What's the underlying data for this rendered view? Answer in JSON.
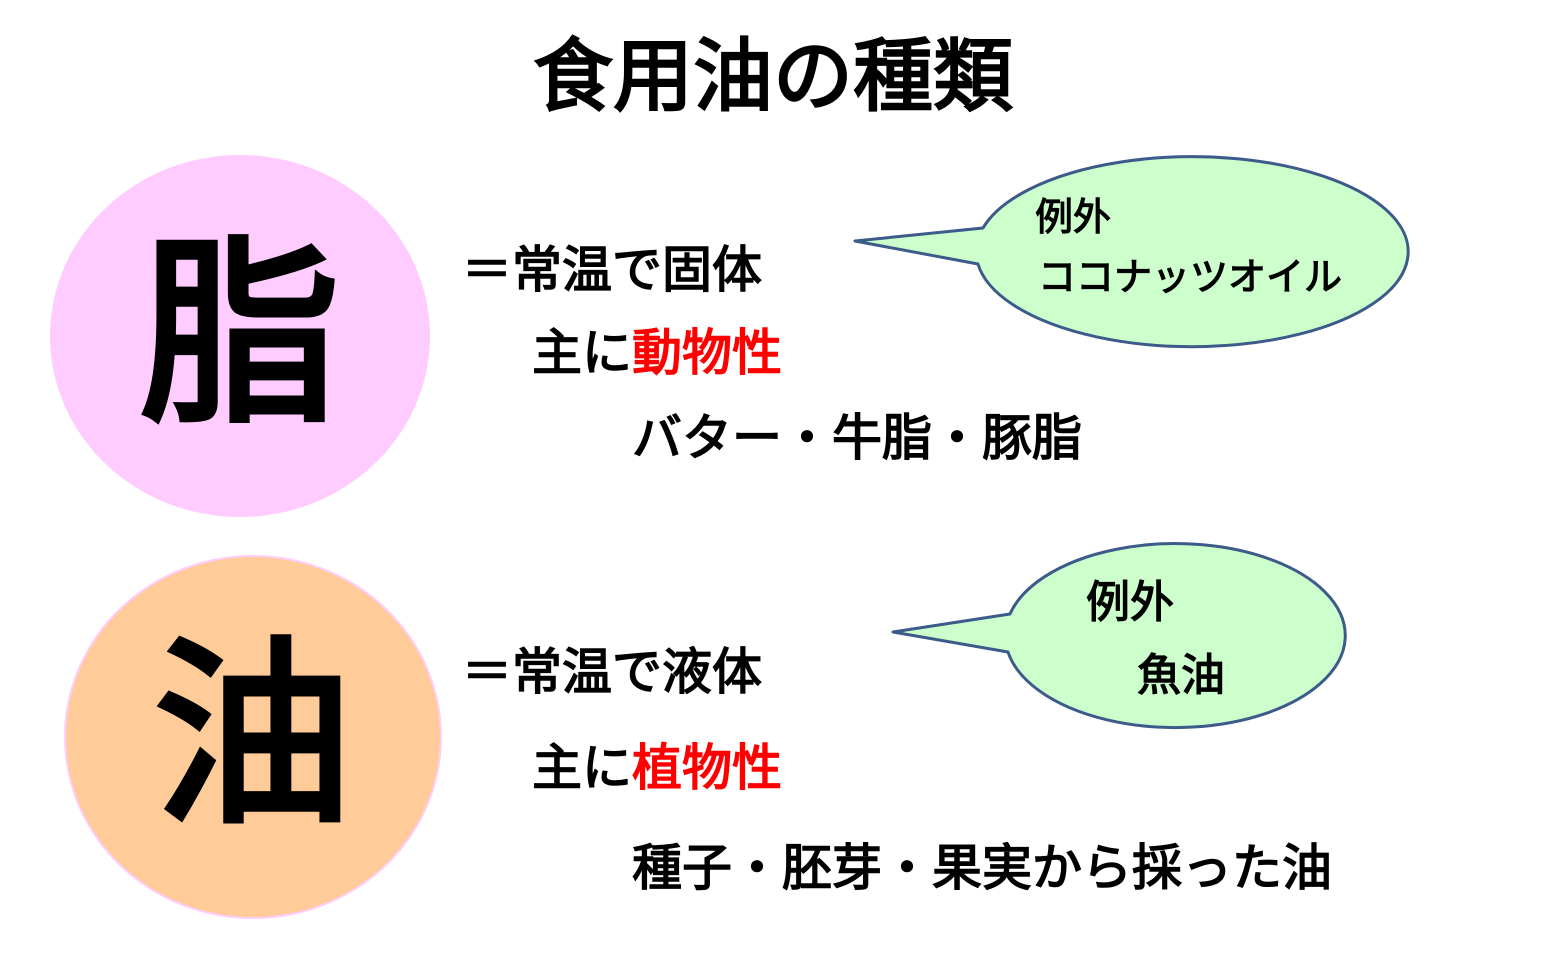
{
  "title": "食用油の種類",
  "colors": {
    "fat_circle": "#ffccff",
    "oil_circle": "#ffcc99",
    "bubble_fill": "#ccffcc",
    "bubble_stroke": "#3c5a8a",
    "highlight": "#ff0000"
  },
  "fat": {
    "char": "脂",
    "line1": "＝常温で固体",
    "line2_prefix": "主に",
    "line2_highlight": "動物性",
    "examples": "バター・牛脂・豚脂",
    "callout": {
      "label": "例外",
      "value": "ココナッツオイル"
    }
  },
  "oil": {
    "char": "油",
    "line1": "＝常温で液体",
    "line2_prefix": "主に",
    "line2_highlight": "植物性",
    "examples": "種子・胚芽・果実から採った油",
    "callout": {
      "label": "例外",
      "value": "魚油"
    }
  }
}
